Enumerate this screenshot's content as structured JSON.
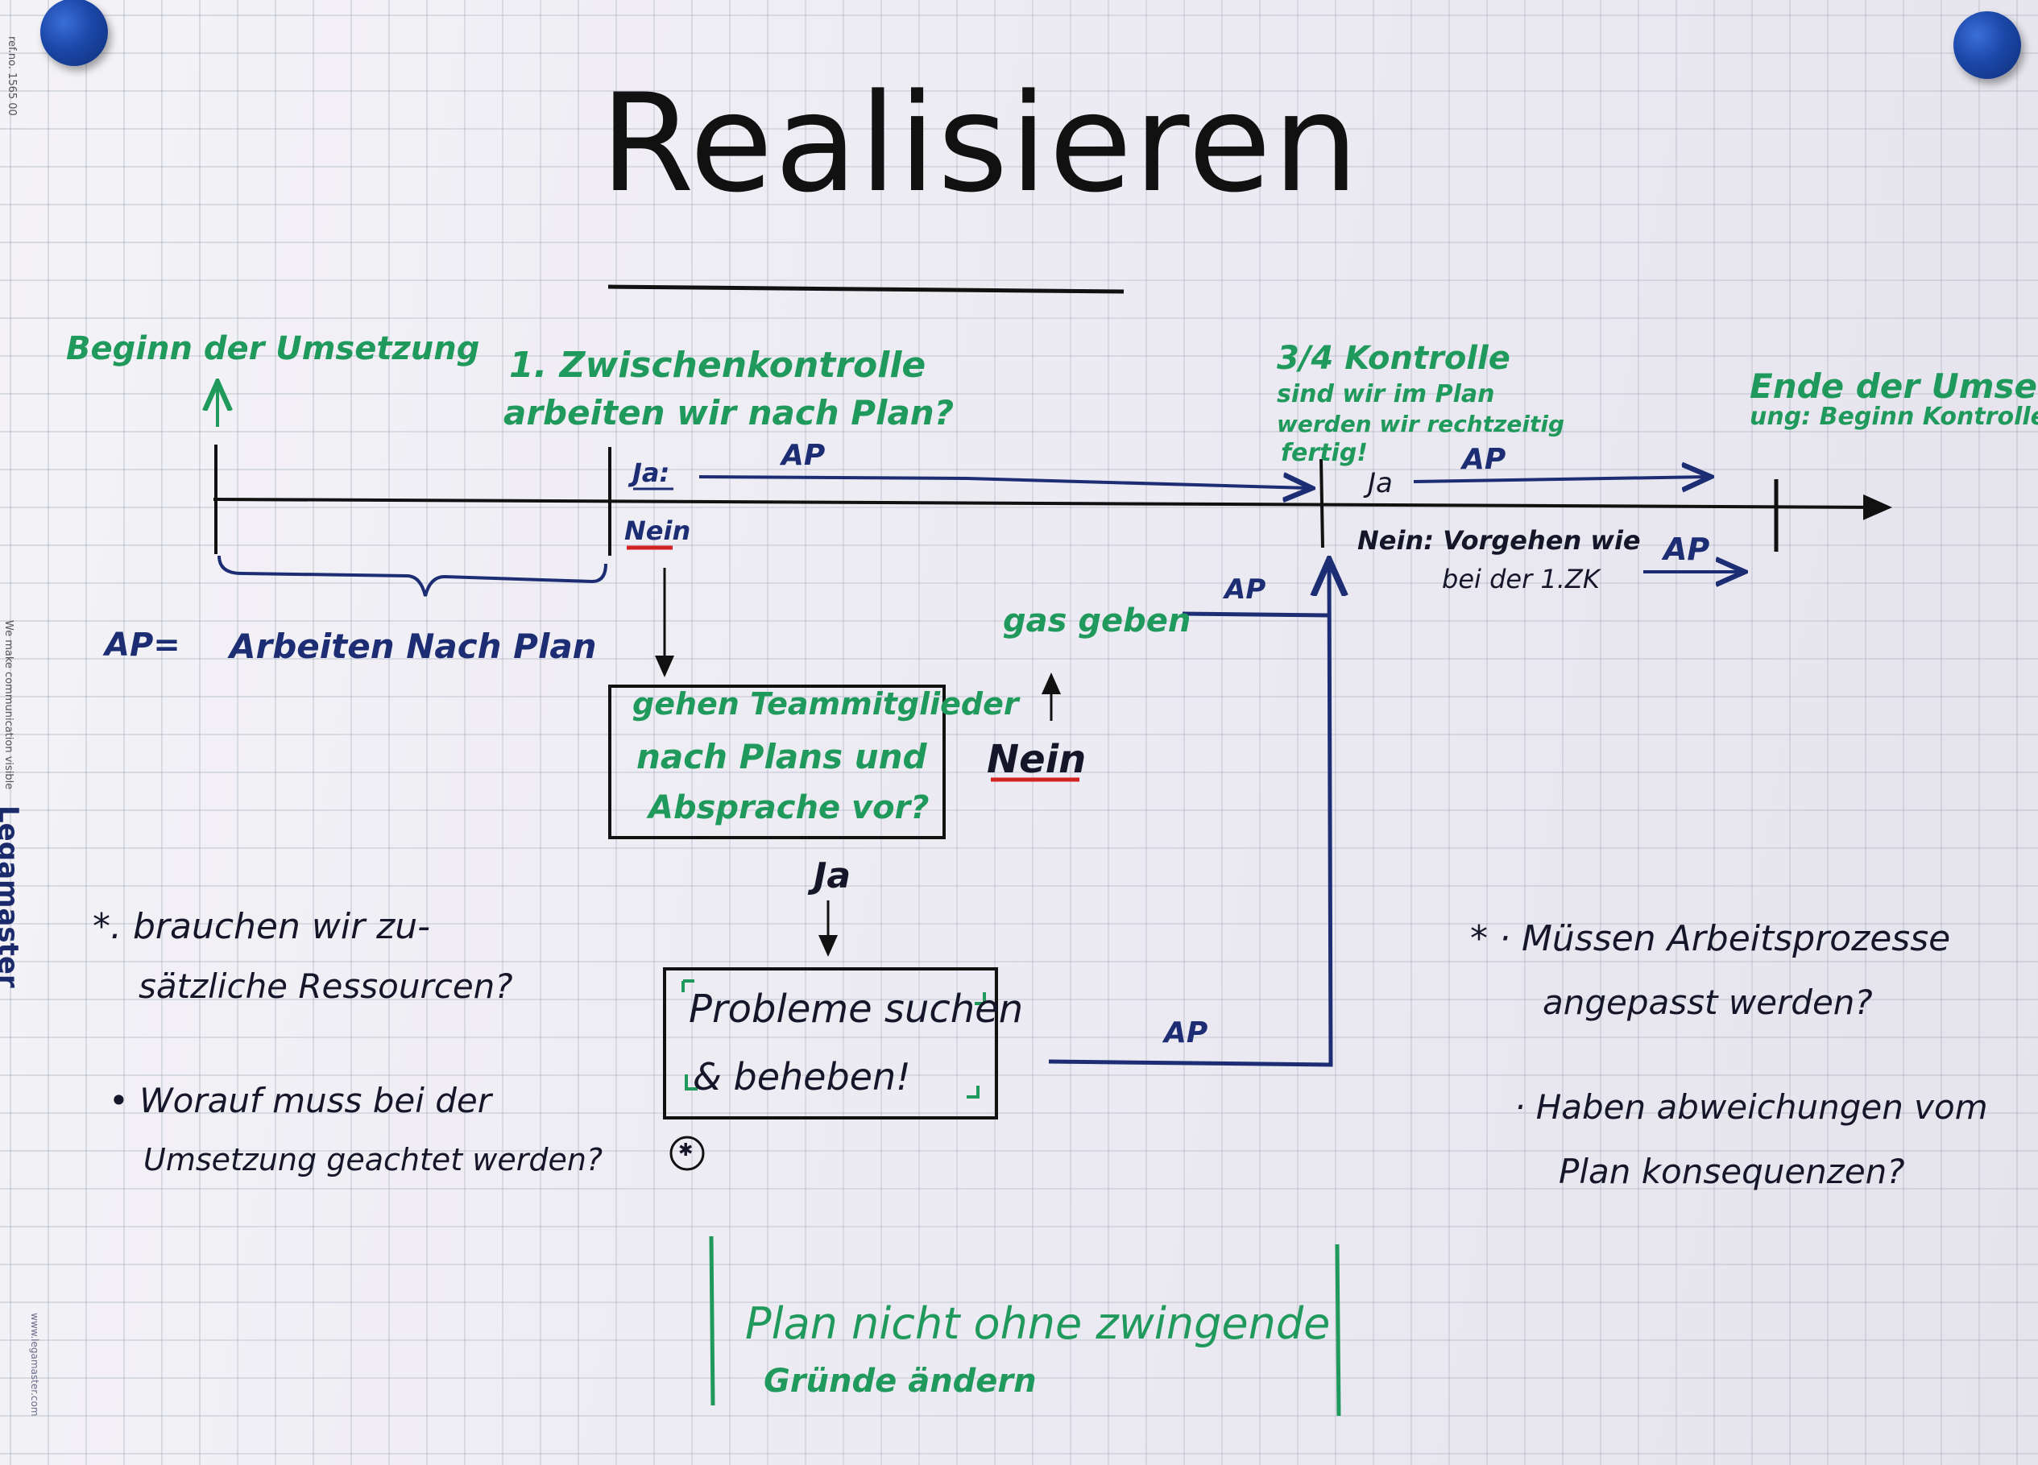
{
  "title": "Realisieren",
  "branding": {
    "ref": "ref.no. 1565 00",
    "logo": "Legamaster",
    "tagline": "We make communication visible",
    "website": "www.legamaster.com"
  },
  "timeline": {
    "start_label": "Beginn der Umsetzung",
    "checkpoint1_title": "1. Zwischenkontrolle",
    "checkpoint1_question": "arbeiten wir nach Plan?",
    "yes1": "Ja:",
    "ap1": "AP",
    "no1": "Nein",
    "checkpoint2_title": "3/4 Kontrolle",
    "checkpoint2_question_1": "sind wir im Plan",
    "checkpoint2_question_2": "werden wir rechtzeitig",
    "checkpoint2_question_3": "fertig!",
    "yes2": "Ja",
    "ap2": "AP",
    "no2_a": "Nein: Vorgehen wie",
    "no2_b": "bei der 1.ZK",
    "ap3": "AP",
    "end_label_1": "Ende der Umsetz",
    "end_label_2": "ung: Beginn Kontrolle"
  },
  "legend": {
    "abbrev": "AP=",
    "meaning": "Arbeiten Nach Plan"
  },
  "box1": {
    "line1": "gehen Teammitglieder",
    "line2": "nach Plans und",
    "line3": "Absprache vor?"
  },
  "ja_label": "Ja",
  "nein_label": "Nein",
  "gas_geben": "gas geben",
  "ap_gas": "AP",
  "box2": {
    "line1": "Probleme suchen",
    "line2": "& beheben!"
  },
  "ap_bottom": "AP",
  "star_mark": "✱",
  "left_notes": {
    "q1_a": "*. brauchen wir zu-",
    "q1_b": "sätzliche Ressourcen?",
    "q2_a": "• Worauf muss bei der",
    "q2_b": "Umsetzung geachtet werden?"
  },
  "right_notes": {
    "q1_a": "* · Müssen Arbeitsprozesse",
    "q1_b": "angepasst werden?",
    "q2_a": "· Haben abweichungen vom",
    "q2_b": "Plan konsequenzen?"
  },
  "bottom_note": {
    "line1": "Plan nicht ohne zwingende",
    "line2": "Gründe ändern"
  },
  "colors": {
    "green": "#1f9a5c",
    "navy": "#1c2d74",
    "black": "#111111",
    "red": "#d22222",
    "pin": "#1b47a8"
  }
}
